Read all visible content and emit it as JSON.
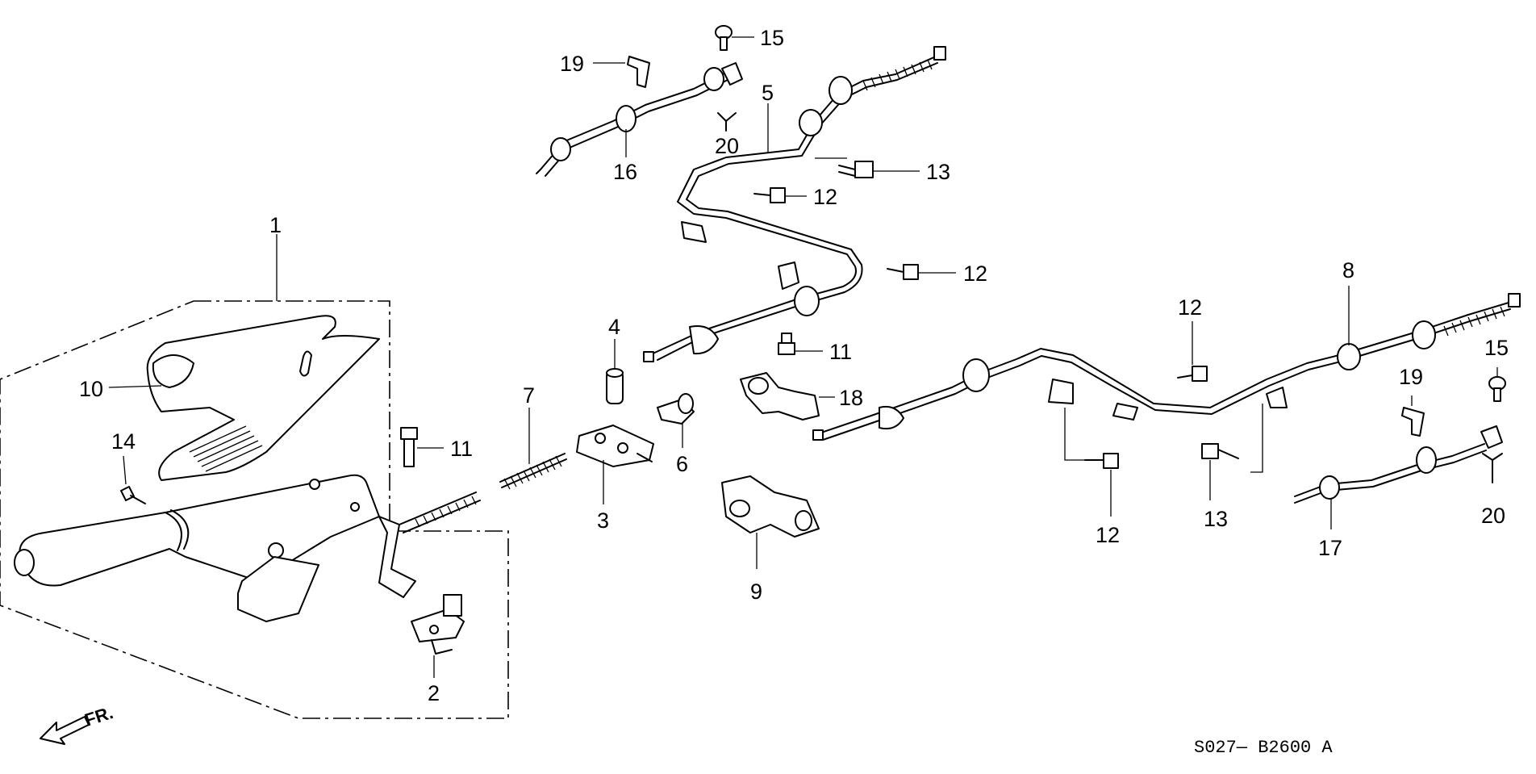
{
  "diagram": {
    "callouts": {
      "c1": "1",
      "c2": "2",
      "c3": "3",
      "c4": "4",
      "c5": "5",
      "c6": "6",
      "c7": "7",
      "c8": "8",
      "c9": "9",
      "c10": "10",
      "c11a": "11",
      "c11b": "11",
      "c12a": "12",
      "c12b": "12",
      "c12c": "12",
      "c12d": "12",
      "c13a": "13",
      "c13b": "13",
      "c14": "14",
      "c15a": "15",
      "c15b": "15",
      "c16": "16",
      "c17": "17",
      "c18": "18",
      "c19a": "19",
      "c19b": "19",
      "c20a": "20",
      "c20b": "20"
    },
    "front_label": "FR.",
    "drawing_code": "S027— B2600 A"
  }
}
